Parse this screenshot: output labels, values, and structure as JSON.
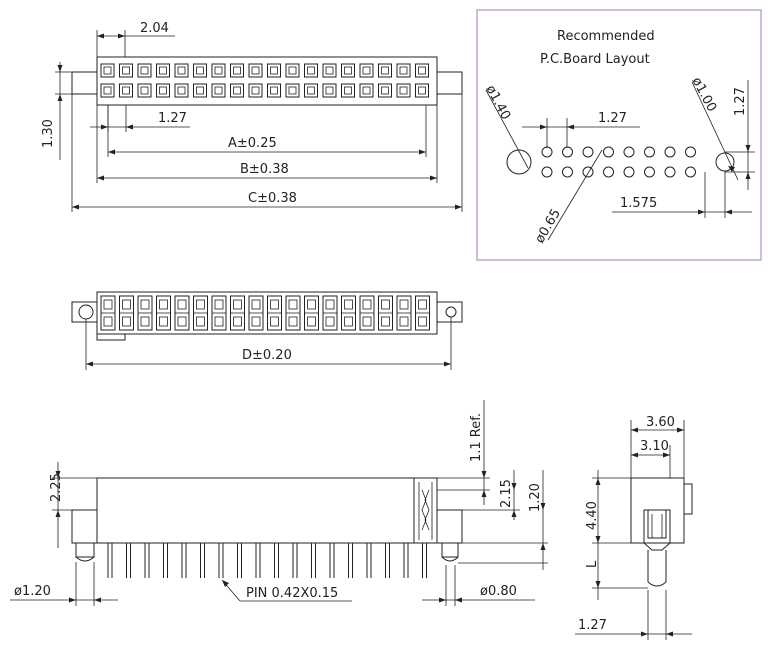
{
  "top_view": {
    "pitch_label": "2.04",
    "row_height_label": "1.30",
    "pin_pitch_label": "1.27",
    "dim_a": "A±0.25",
    "dim_b": "B±0.38",
    "dim_c": "C±0.38",
    "pin_cells_per_row": 18
  },
  "layout": {
    "title_line1": "Recommended",
    "title_line2": "P.C.Board Layout",
    "hole_large": "ø1.40",
    "hole_mount": "ø1.00",
    "pitch": "1.27",
    "row_spacing": "1.27",
    "hole_small": "ø0.65",
    "edge_offset": "1.575",
    "holes_per_row": 8,
    "border_color": "#b58fbf"
  },
  "middle_view": {
    "dim_d": "D±0.20",
    "pin_cells_per_row": 18
  },
  "front_view": {
    "height_label": "2.25",
    "ref_label": "1.1 Ref.",
    "dim_215": "2.15",
    "dim_120": "1.20",
    "peg_diameter": "ø1.20",
    "pin_label": "PIN 0.42X0.15",
    "pin_diameter": "ø0.80",
    "pin_count": 18
  },
  "side_view": {
    "width_outer": "3.60",
    "width_inner": "3.10",
    "height_label": "4.40",
    "length_label": "L",
    "pitch_label": "1.27"
  }
}
